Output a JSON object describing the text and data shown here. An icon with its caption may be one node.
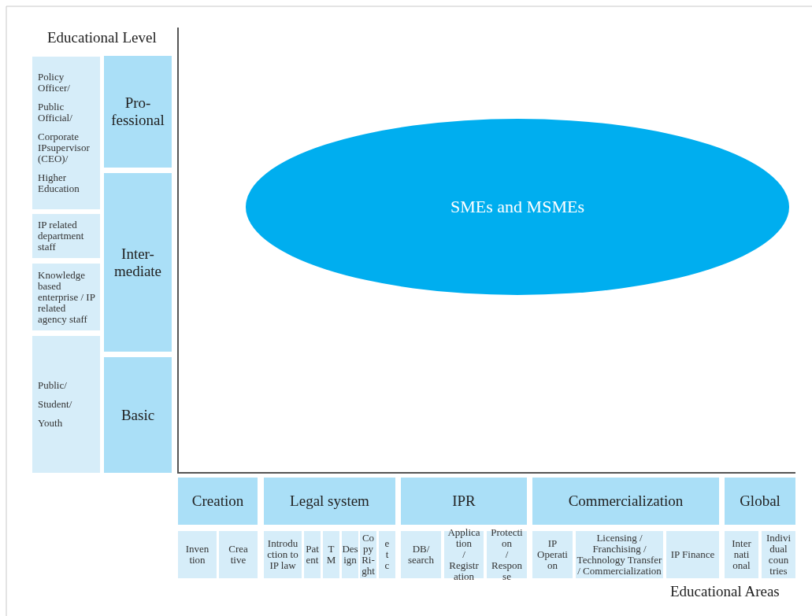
{
  "diagram": {
    "nodes": [
      {
        "text": [
          "Policy Officer/",
          "Public Official/",
          "Corporate IPsupervisor (CEO)/",
          "Higher Education"
        ]
      },
      {
        "text": [
          "IP related department staff"
        ]
      },
      {
        "text": [
          "Knowledge based enterprise / IP related agency staff"
        ]
      },
      {
        "text": [
          "Public/",
          "Student/",
          "Youth"
        ]
      },
      {
        "text": [
          "Pro- fessional"
        ]
      },
      {
        "text": [
          "Inter- mediate"
        ]
      },
      {
        "text": [
          "Basic"
        ]
      },
      {
        "text": [
          "SMEs and MSMEs"
        ]
      },
      {
        "text": [
          "Creation"
        ]
      },
      {
        "text": [
          "Legal system"
        ]
      },
      {
        "text": [
          "IPR"
        ]
      },
      {
        "text": [
          "Commercialization"
        ]
      },
      {
        "text": [
          "Global"
        ]
      },
      {
        "text": [
          "Inven tion"
        ]
      },
      {
        "text": [
          "Crea tive"
        ]
      },
      {
        "text": [
          "Introdu ction to IP law"
        ]
      },
      {
        "text": [
          "Pat ent"
        ]
      },
      {
        "text": [
          "T M"
        ]
      },
      {
        "text": [
          "Des ign"
        ]
      },
      {
        "text": [
          "Co py Ri- ght"
        ]
      },
      {
        "text": [
          "e t c"
        ]
      },
      {
        "text": [
          "DB/ search"
        ]
      },
      {
        "text": [
          "Applica tion / Registr ation"
        ]
      },
      {
        "text": [
          "Protecti on / Respon se"
        ]
      },
      {
        "text": [
          "IP Operati on"
        ]
      },
      {
        "text": [
          "Licensing / Franchising / Technology Transfer / Commercialization"
        ]
      },
      {
        "text": [
          "IP Finance"
        ]
      },
      {
        "text": [
          "Inter nati onal"
        ]
      },
      {
        "text": [
          "Indivi dual coun tries"
        ]
      }
    ],
    "edges": [],
    "labels": [
      "Educational Level",
      "Educational Areas"
    ]
  }
}
